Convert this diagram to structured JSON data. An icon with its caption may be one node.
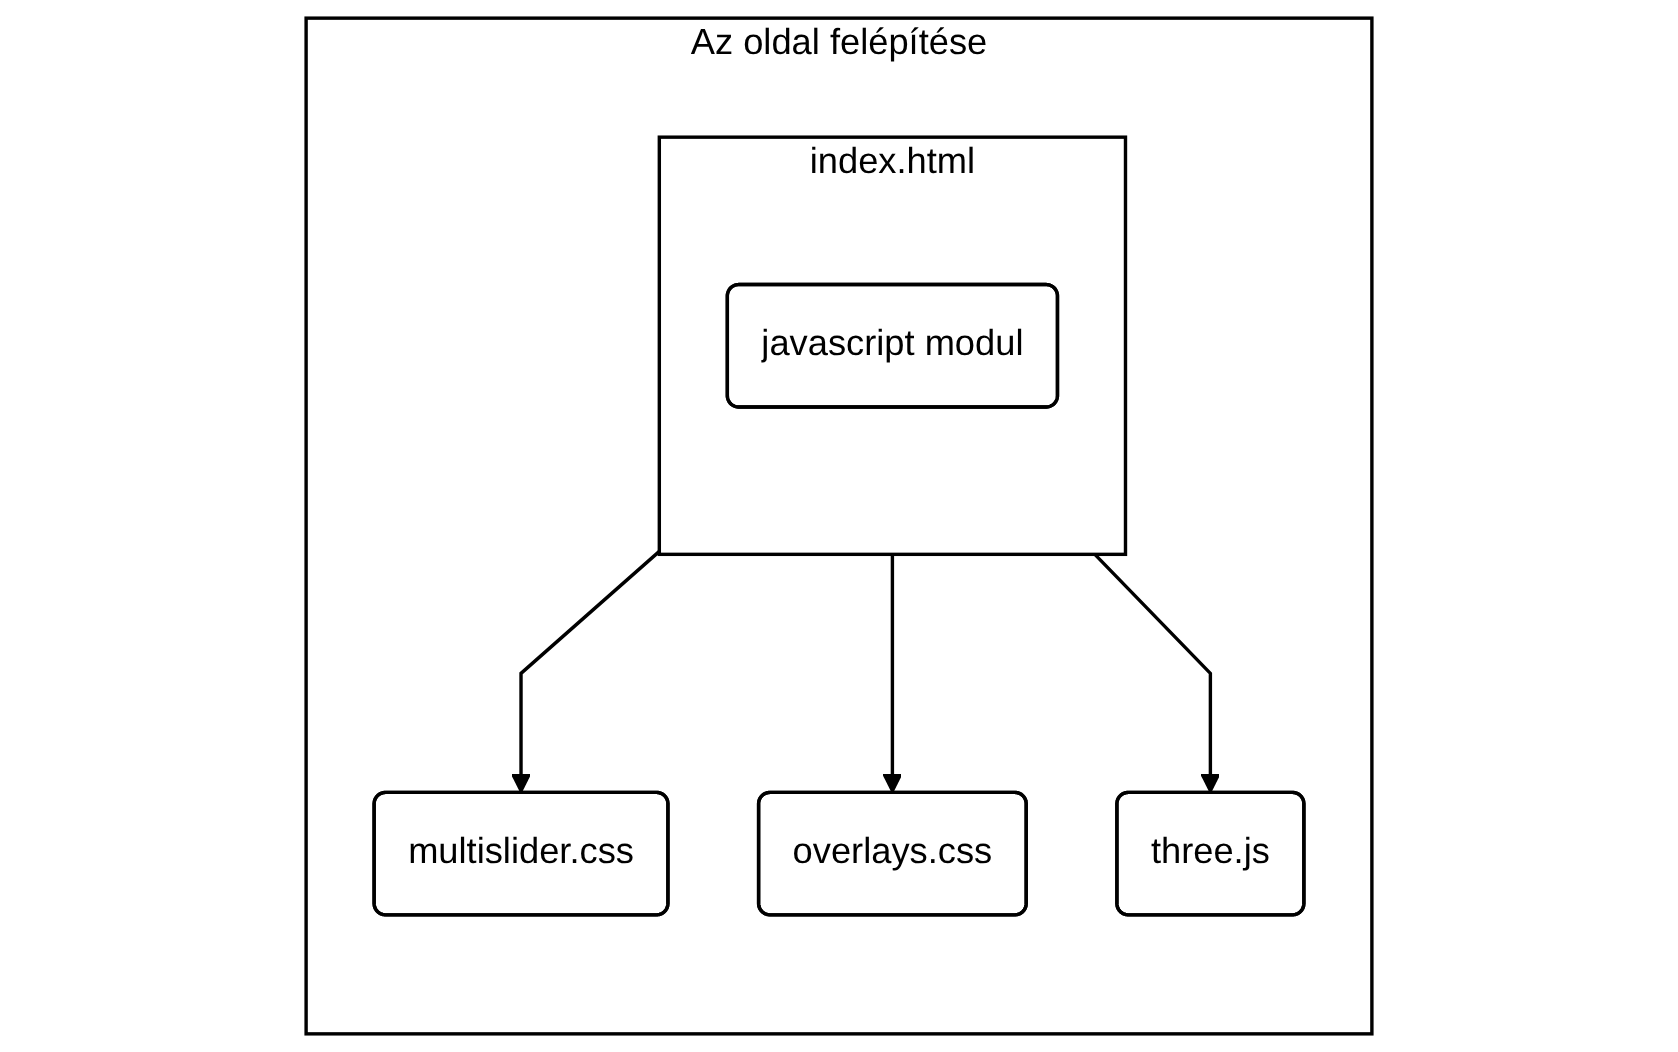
{
  "diagram": {
    "nodes": [
      {
        "text": [
          "Az oldal felépítése"
        ]
      },
      {
        "text": [
          "index.html"
        ],
        "in": 0
      },
      {
        "text": [
          "javascript modul"
        ],
        "in": 1
      },
      {
        "text": [
          "multislider.css"
        ],
        "in": 0
      },
      {
        "text": [
          "overlays.css"
        ],
        "in": 0
      },
      {
        "text": [
          "three.js"
        ],
        "in": 0
      }
    ],
    "edges": [
      {
        "from": 1,
        "to": 3,
        "arrow": "to"
      },
      {
        "from": 1,
        "to": 4,
        "arrow": "to"
      },
      {
        "from": 1,
        "to": 5,
        "arrow": "to"
      }
    ]
  }
}
